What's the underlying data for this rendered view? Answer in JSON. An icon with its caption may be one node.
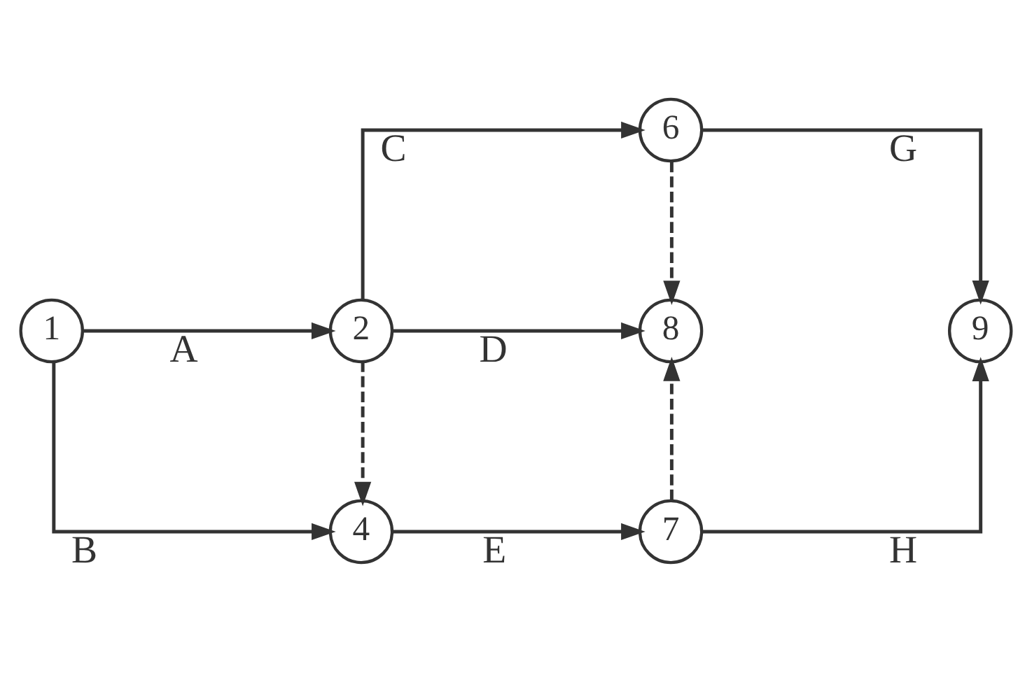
{
  "diagram": {
    "nodes": [
      {
        "text": [
          "6"
        ]
      },
      {
        "text": [
          "1"
        ]
      },
      {
        "text": [
          "2"
        ]
      },
      {
        "text": [
          "8"
        ]
      },
      {
        "text": [
          "9"
        ]
      },
      {
        "text": [
          "4"
        ]
      },
      {
        "text": [
          "7"
        ]
      }
    ],
    "edges": [
      {
        "from": 1,
        "to": 2,
        "arrow": "to",
        "label": "A"
      },
      {
        "from": 1,
        "to": 5,
        "arrow": "to",
        "label": "B"
      },
      {
        "from": 2,
        "to": 0,
        "arrow": "to",
        "label": "C"
      },
      {
        "from": 2,
        "to": 3,
        "arrow": "to",
        "label": "D"
      },
      {
        "from": 2,
        "to": 5,
        "arrow": "to",
        "style": "dashed"
      },
      {
        "from": 5,
        "to": 6,
        "arrow": "to",
        "label": "E"
      },
      {
        "from": 0,
        "to": 4,
        "arrow": "to",
        "label": "G"
      },
      {
        "from": 0,
        "to": 3,
        "arrow": "to",
        "style": "dashed"
      },
      {
        "from": 6,
        "to": 3,
        "arrow": "to",
        "style": "dashed"
      },
      {
        "from": 6,
        "to": 4,
        "arrow": "to",
        "label": "H"
      }
    ]
  }
}
